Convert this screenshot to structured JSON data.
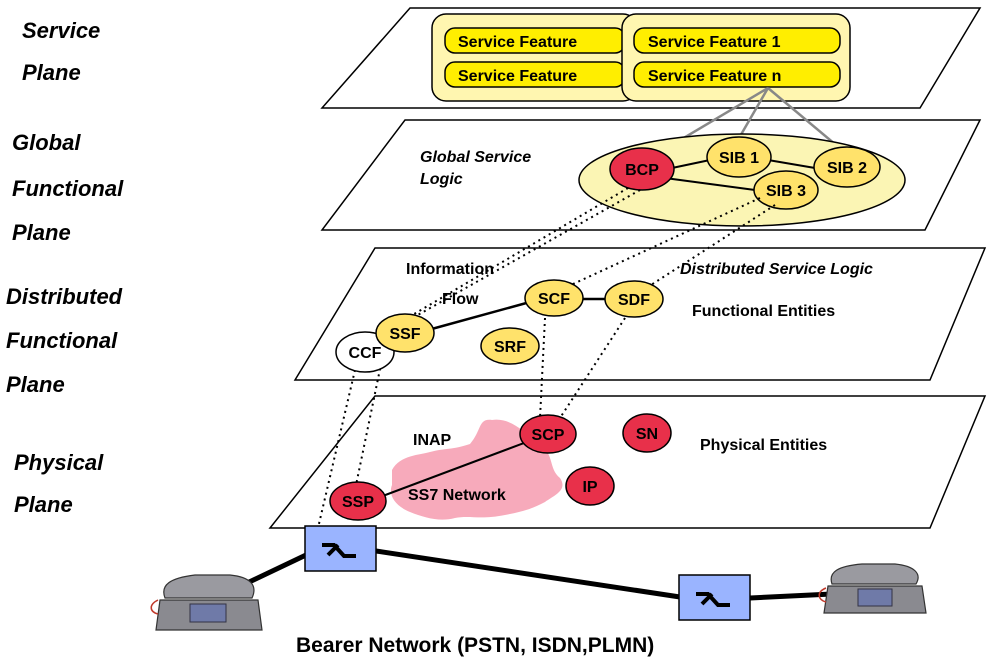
{
  "planes": {
    "service": {
      "line1": "Service",
      "line2": "Plane"
    },
    "global": {
      "line1": "Global",
      "line2": "Functional",
      "line3": "Plane"
    },
    "distributed": {
      "line1": "Distributed",
      "line2": "Functional",
      "line3": "Plane"
    },
    "physical": {
      "line1": "Physical",
      "line2": "Plane"
    }
  },
  "service_features": {
    "back_top": "Service Feature",
    "back_bottom": "Service Feature",
    "front_top": "Service Feature  1",
    "front_bottom": "Service Feature  n"
  },
  "global_plane": {
    "title_line1": "Global Service",
    "title_line2": "Logic",
    "nodes": {
      "bcp": "BCP",
      "sib1": "SIB 1",
      "sib2": "SIB 2",
      "sib3": "SIB 3"
    }
  },
  "distributed_plane": {
    "title": "Distributed Service Logic",
    "info_line1": "Information",
    "info_line2": "Flow",
    "entities_label": "Functional Entities",
    "nodes": {
      "ccf": "CCF",
      "ssf": "SSF",
      "scf": "SCF",
      "sdf": "SDF",
      "srf": "SRF"
    }
  },
  "physical_plane": {
    "inap": "INAP",
    "ss7": "SS7 Network",
    "entities_label": "Physical Entities",
    "nodes": {
      "scp": "SCP",
      "sn": "SN",
      "ip": "IP",
      "ssp": "SSP"
    }
  },
  "bearer_label": "Bearer Network (PSTN, ISDN,PLMN)",
  "colors": {
    "red_node": "#e8304a",
    "yellow_node": "#ffe26b",
    "pale_yellow": "#fbf5b4",
    "service_box": "#fff6b0",
    "feature_pill": "#ffee00",
    "switch_blue": "#9ab4ff",
    "cloud_pink": "#f7aabb"
  }
}
